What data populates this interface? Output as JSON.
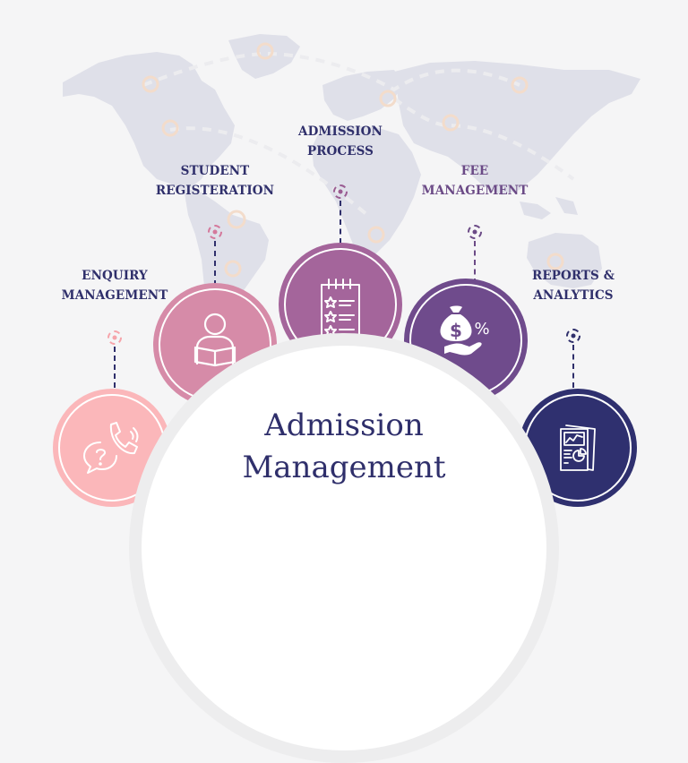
{
  "title": {
    "line1": "Admission",
    "line2": "Management"
  },
  "steps": [
    {
      "id": "enquiry",
      "line1": "ENQUIRY",
      "line2": "MANAGEMENT",
      "icon": "chat-phone-icon",
      "color": "#fbb7ba",
      "label_color": "#2f2f6b",
      "pin_color": "#f6a4aa"
    },
    {
      "id": "student",
      "line1": "STUDENT",
      "line2": "REGISTERATION",
      "icon": "student-reading-icon",
      "color": "#d68ba8",
      "label_color": "#2f2f6b",
      "pin_color": "#d4789b"
    },
    {
      "id": "admission",
      "line1": "ADMISSION",
      "line2": "PROCESS",
      "icon": "checklist-notepad-icon",
      "color": "#a4659b",
      "label_color": "#2f2f6b",
      "pin_color": "#9a5c92"
    },
    {
      "id": "fee",
      "line1": "FEE",
      "line2": "MANAGEMENT",
      "icon": "money-bag-percent-icon",
      "color": "#6f4b8c",
      "label_color": "#6b4a86",
      "pin_color": "#6b4a86"
    },
    {
      "id": "reports",
      "line1": "REPORTS &",
      "line2": "ANALYTICS",
      "icon": "report-chart-icon",
      "color": "#2f306f",
      "label_color": "#2f2f6b",
      "pin_color": "#2f2f6b"
    }
  ],
  "colors": {
    "background": "#f5f5f6",
    "map": "#dedfe8",
    "map_marker": "#f3d9c8",
    "hub": "#ffffff",
    "hub_ring": "#ededee",
    "title": "#2f2f6b"
  }
}
